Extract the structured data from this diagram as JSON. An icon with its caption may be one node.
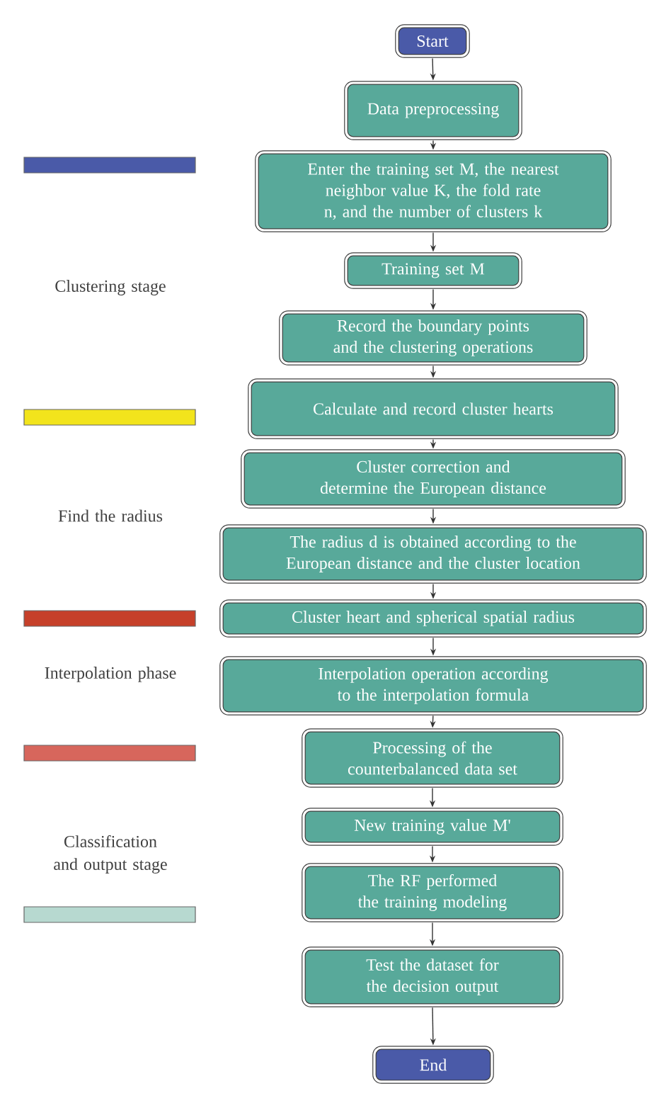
{
  "diagram": {
    "nodes": [
      {
        "text": [
          "Start"
        ]
      },
      {
        "text": [
          "Data preprocessing"
        ]
      },
      {
        "text": [
          "Enter the training set M, the nearest neighbor value K, the fold rate n, and the number of clusters k"
        ]
      },
      {
        "text": [
          "Training set M"
        ]
      },
      {
        "text": [
          "Record the boundary points and the clustering operations"
        ]
      },
      {
        "text": [
          "Calculate and record cluster hearts"
        ]
      },
      {
        "text": [
          "Cluster correction and determine the European distance"
        ]
      },
      {
        "text": [
          "The radius d is obtained according to the European distance and the cluster location"
        ]
      },
      {
        "text": [
          "Cluster heart and spherical spatial radius"
        ]
      },
      {
        "text": [
          "Interpolation operation according to the interpolation formula"
        ]
      },
      {
        "text": [
          "Processing of the counterbalanced data set"
        ]
      },
      {
        "text": [
          "New training value M'"
        ]
      },
      {
        "text": [
          "The RF performed the training modeling"
        ]
      },
      {
        "text": [
          "Test the dataset for the decision output"
        ]
      },
      {
        "text": [
          "End"
        ]
      }
    ],
    "edges": [
      {
        "from": 0,
        "to": 1,
        "arrow": "to"
      },
      {
        "from": 1,
        "to": 2,
        "arrow": "to"
      },
      {
        "from": 2,
        "to": 3,
        "arrow": "to"
      },
      {
        "from": 3,
        "to": 4,
        "arrow": "to"
      },
      {
        "from": 4,
        "to": 5,
        "arrow": "to"
      },
      {
        "from": 5,
        "to": 6,
        "arrow": "to"
      },
      {
        "from": 6,
        "to": 7,
        "arrow": "to"
      },
      {
        "from": 7,
        "to": 8,
        "arrow": "to"
      },
      {
        "from": 8,
        "to": 9,
        "arrow": "to"
      },
      {
        "from": 9,
        "to": 10,
        "arrow": "to"
      },
      {
        "from": 10,
        "to": 11,
        "arrow": "to"
      },
      {
        "from": 11,
        "to": 12,
        "arrow": "to"
      },
      {
        "from": 12,
        "to": 13,
        "arrow": "to"
      },
      {
        "from": 13,
        "to": 14,
        "arrow": "to"
      }
    ],
    "labels": [
      "Clustering stage",
      "Find the radius",
      "Interpolation phase",
      "Classification and output stage"
    ]
  }
}
